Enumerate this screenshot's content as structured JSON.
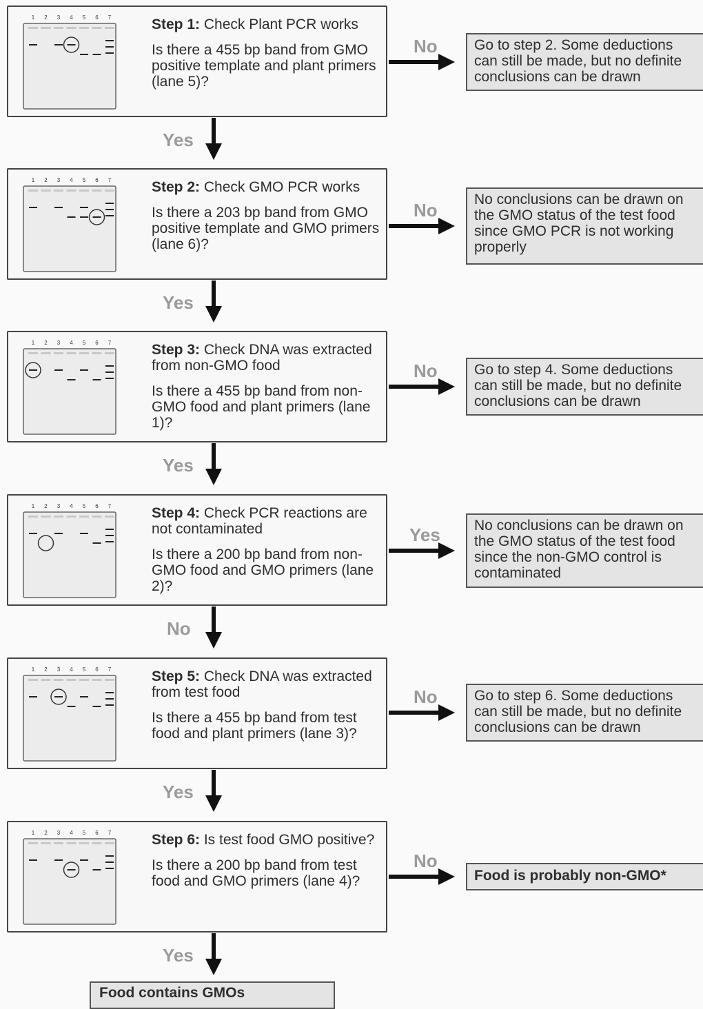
{
  "lane_numbers": [
    "1",
    "2",
    "3",
    "4",
    "5",
    "6",
    "7"
  ],
  "steps": [
    {
      "title": "Step 1:",
      "title_rest": " Check Plant PCR works",
      "question": "Is there a 455 bp band from GMO positive template and plant primers (lane 5)?",
      "branch_label": "No",
      "result": "Go to step 2. Some deductions can still be made, but no definite conclusions can be drawn",
      "down_label": "Yes"
    },
    {
      "title": "Step 2:",
      "title_rest": " Check GMO PCR works",
      "question": "Is there a 203 bp band from GMO positive template and GMO primers (lane 6)?",
      "branch_label": "No",
      "result": "No conclusions can be drawn on the GMO status of the test food since GMO PCR is not working properly",
      "down_label": "Yes"
    },
    {
      "title": "Step 3:",
      "title_rest": " Check DNA was extracted from non-GMO food",
      "question": "Is there a 455 bp band from non-GMO food and plant primers (lane 1)?",
      "branch_label": "No",
      "result": "Go to step 4. Some deductions can still be made, but no definite conclusions can be drawn",
      "down_label": "Yes"
    },
    {
      "title": "Step 4:",
      "title_rest": " Check PCR reactions are not contaminated",
      "question": "Is there a 200 bp band from non-GMO food and GMO primers (lane 2)?",
      "branch_label": "Yes",
      "result": "No conclusions can be drawn on the GMO status of the test food since the non-GMO control is contaminated",
      "down_label": "No"
    },
    {
      "title": "Step 5:",
      "title_rest": " Check DNA was extracted from test food",
      "question": "Is there a 455 bp band from test food and plant primers (lane 3)?",
      "branch_label": "No",
      "result": "Go to step 6. Some deductions can still be made, but no definite conclusions can be drawn",
      "down_label": "Yes"
    },
    {
      "title": "Step 6:",
      "title_rest": " Is test food GMO positive?",
      "question": "Is there a 200 bp band from test food and GMO primers (lane 4)?",
      "branch_label": "No",
      "result": "Food is probably non-GMO*",
      "down_label": "Yes"
    }
  ],
  "final": "Food contains GMOs"
}
